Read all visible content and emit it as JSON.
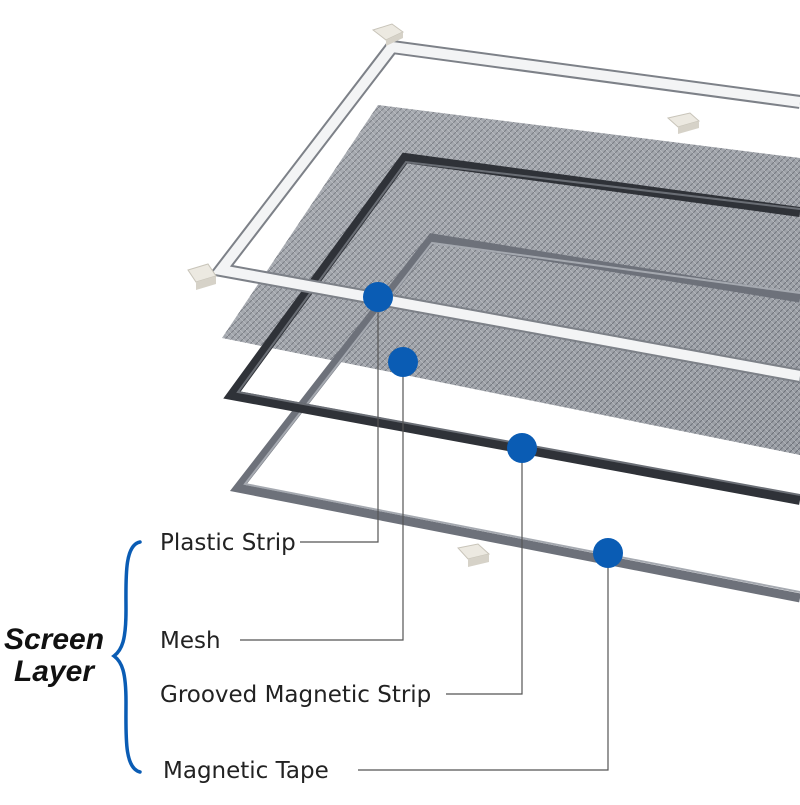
{
  "group_title": {
    "line1": "Screen",
    "line2": "Layer"
  },
  "labels": {
    "plastic_strip": "Plastic Strip",
    "mesh": "Mesh",
    "grooved_magnetic_strip": "Grooved Magnetic Strip",
    "magnetic_tape": "Magnetic Tape"
  },
  "colors": {
    "marker": "#0a5cb4",
    "bracket": "#0a5cb4",
    "leader_line": "#555555",
    "mesh": "#8a8f96",
    "plastic_strip": "#f3f4f5",
    "grooved_magnetic_strip": "#2f3238",
    "magnetic_tape": "#6d717a",
    "corner_clip": "#ece9e1"
  }
}
